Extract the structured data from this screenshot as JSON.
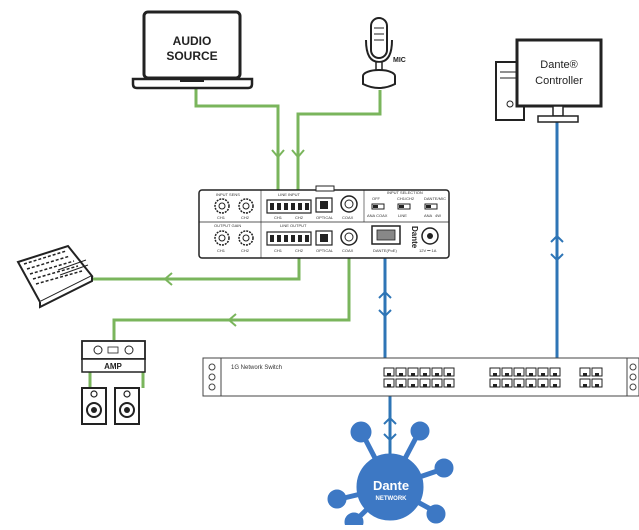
{
  "labels": {
    "audio_source_line1": "AUDIO",
    "audio_source_line2": "SOURCE",
    "mic": "MIC",
    "dante_controller_line1": "Dante®",
    "dante_controller_line2": "Controller",
    "amp": "AMP",
    "switch": "1G Network Switch",
    "dante_network_brand": "Dante",
    "dante_network_sub": "NETWORK"
  },
  "device_top": {
    "input_sens": "INPUT SENS",
    "line_input": "LINE INPUT",
    "input_selection": "INPUT SELECTION",
    "off": "OFF",
    "ch1_ch2": "CH1/CH2",
    "dante_mic": "DANTE/MIC",
    "ana_coax": "ANA COAX",
    "line": "LINE",
    "ana": "ANA",
    "4w": "4W",
    "ch1": "CH1",
    "ch2": "CH2",
    "optical": "OPTICAL",
    "coax": "COAX"
  },
  "device_bottom": {
    "output_gain": "OUTPUT GAIN",
    "line_output": "LINE OUTPUT",
    "ch1": "CH1",
    "ch2": "CH2",
    "optical": "OPTICAL",
    "coax": "COAX",
    "dante_poe": "DANTE(PoE)",
    "power": "12V ⎓ 1A",
    "dante_logo": "Dante"
  },
  "colors": {
    "analog_line": "#7ab55c",
    "network_line": "#2e75b6",
    "dante_network": "#3d78c4",
    "outline": "#222222"
  },
  "icons": {
    "laptop": "laptop-icon",
    "mic": "microphone-icon",
    "computer": "desktop-computer-icon",
    "mixer": "mixer-console-icon",
    "amp": "amplifier-icon",
    "speaker": "speaker-icon",
    "switch": "network-switch-icon",
    "network": "dante-network-icon"
  }
}
